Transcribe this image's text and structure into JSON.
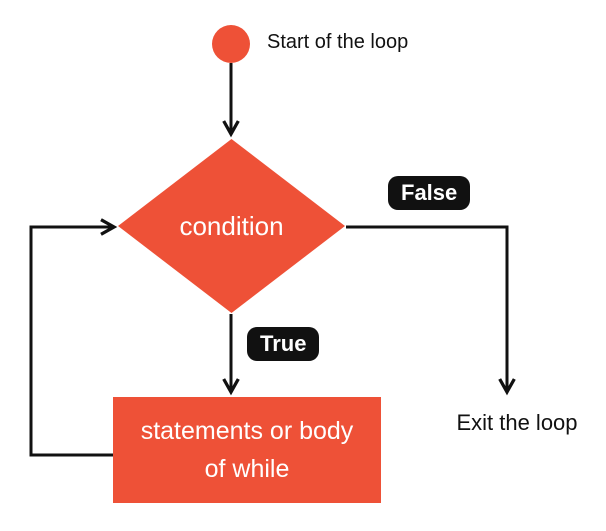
{
  "colors": {
    "accent": "#EE5137",
    "line": "#111111",
    "badge_bg": "#111111",
    "node_text": "#FFFFFF",
    "label_text": "#111111",
    "background": "#FFFFFF"
  },
  "flowchart": {
    "type": "while-loop-flowchart",
    "start": {
      "label": "Start of the loop",
      "shape": "circle"
    },
    "condition": {
      "label": "condition",
      "shape": "diamond"
    },
    "body": {
      "label": "statements or body\nof while",
      "shape": "rectangle"
    },
    "exit": {
      "label": "Exit the loop"
    },
    "edges": {
      "true_label": "True",
      "false_label": "False"
    }
  }
}
